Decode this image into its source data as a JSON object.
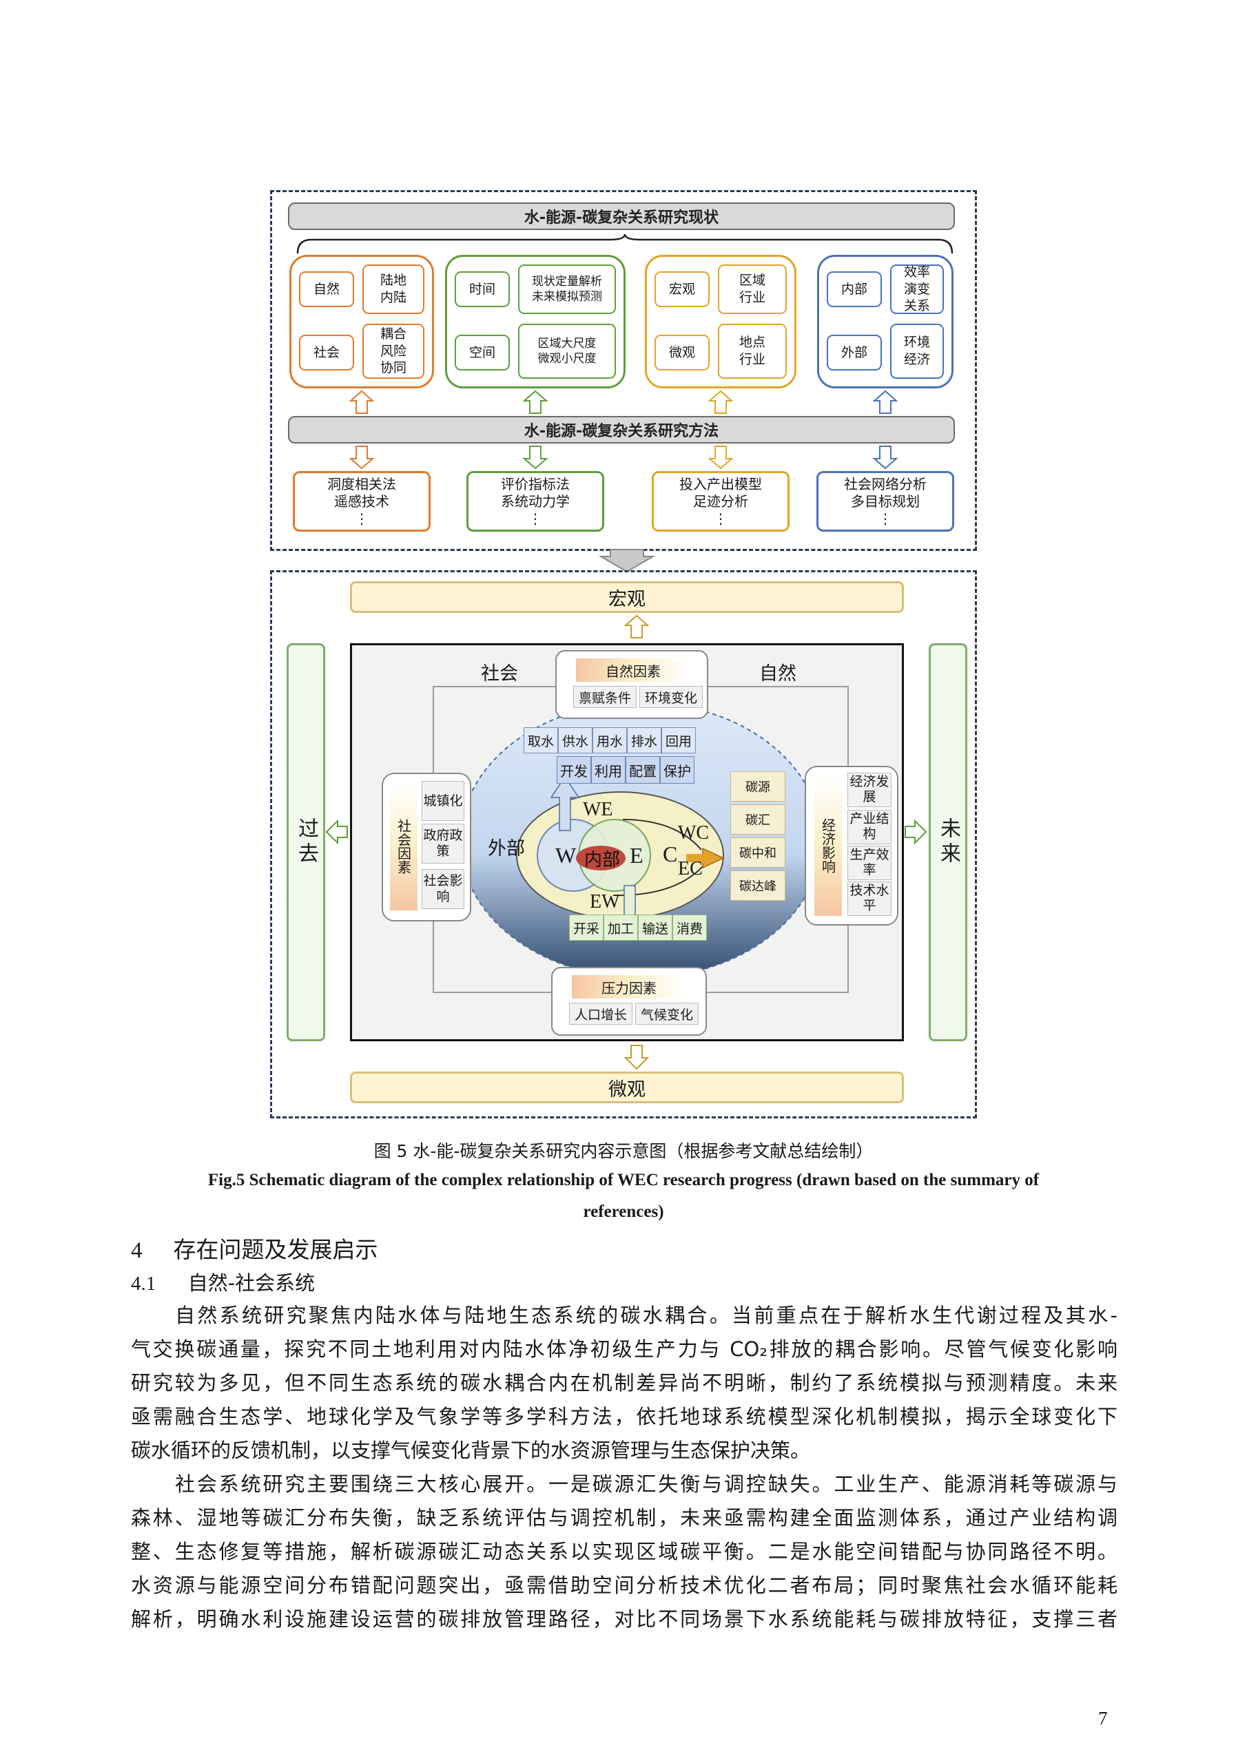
{
  "figure": {
    "top": {
      "status_title": "水-能源-碳复杂关系研究现状",
      "methods_title": "水-能源-碳复杂关系研究方法",
      "groups": [
        {
          "a": "自然",
          "b": "社会",
          "c": "陆地\n内陆",
          "d": "耦合\n风险\n协同",
          "method": "洞度相关法\n遥感技术\n⋮",
          "color": "#e07a2e"
        },
        {
          "a": "时间",
          "b": "空间",
          "c": "现状定量解析\n未来模拟预测",
          "d": "区域大尺度\n微观小尺度",
          "method": "评价指标法\n系统动力学\n⋮",
          "color": "#5f9e3a"
        },
        {
          "a": "宏观",
          "b": "微观",
          "c": "区域\n行业",
          "d": "地点\n行业",
          "method": "投入产出模型\n足迹分析\n⋮",
          "color": "#e2a524"
        },
        {
          "a": "内部",
          "b": "外部",
          "c": "效率\n演变\n关系",
          "d": "环境\n经济",
          "method": "社会网络分析\n多目标规划\n⋮",
          "color": "#4a72b8"
        }
      ]
    },
    "bottom": {
      "macro": "宏观",
      "micro": "微观",
      "past": "过去",
      "future": "未来",
      "society": "社会",
      "nature": "自然",
      "external": "外部",
      "natural_factors": {
        "title": "自然因素",
        "items": [
          "禀赋条件",
          "环境变化"
        ]
      },
      "pressure_factors": {
        "title": "压力因素",
        "items": [
          "人口增长",
          "气候变化"
        ]
      },
      "social_factors": {
        "title": "社会因素",
        "items": [
          "城镇化",
          "政府政策",
          "社会影响"
        ]
      },
      "economic_impact": {
        "title": "经济影响",
        "items": [
          "经济发展",
          "产业结构",
          "生产效率",
          "技术水平"
        ]
      },
      "water_row": [
        "取水",
        "供水",
        "用水",
        "排水",
        "回用"
      ],
      "dev_row": [
        "开发",
        "利用",
        "配置",
        "保护"
      ],
      "energy_row": [
        "开采",
        "加工",
        "输送",
        "消费"
      ],
      "carbon_col": [
        "碳源",
        "碳汇",
        "碳中和",
        "碳达峰"
      ],
      "w": "W",
      "e": "E",
      "c": "C",
      "inner": "内部",
      "we": "WE",
      "wc": "WC",
      "ec": "EC",
      "ew": "EW"
    }
  },
  "caption": {
    "cn": "图 5  水-能-碳复杂关系研究内容示意图（根据参考文献总结绘制）",
    "en_line1": "Fig.5 Schematic diagram of the complex relationship of WEC research progress (drawn based on the summary of",
    "en_line2": "references)"
  },
  "section": {
    "num": "4",
    "title": "存在问题及发展启示"
  },
  "subsection": {
    "num": "4.1",
    "title": "自然-社会系统"
  },
  "paragraphs": [
    [
      "自然系统研究聚焦内陆水体与陆地生态系统的碳水耦合。当前重点在于解析水生代谢过程及其水-",
      "气交换碳通量，探究不同土地利用对内陆水体净初级生产力与 CO₂排放的耦合影响。尽管气候变化影响",
      "研究较为多见，但不同生态系统的碳水耦合内在机制差异尚不明晰，制约了系统模拟与预测精度。未来",
      "亟需融合生态学、地球化学及气象学等多学科方法，依托地球系统模型深化机制模拟，揭示全球变化下",
      "碳水循环的反馈机制，以支撑气候变化背景下的水资源管理与生态保护决策。"
    ],
    [
      "社会系统研究主要围绕三大核心展开。一是碳源汇失衡与调控缺失。工业生产、能源消耗等碳源与",
      "森林、湿地等碳汇分布失衡，缺乏系统评估与调控机制，未来亟需构建全面监测体系，通过产业结构调",
      "整、生态修复等措施，解析碳源碳汇动态关系以实现区域碳平衡。二是水能空间错配与协同路径不明。",
      "水资源与能源空间分布错配问题突出，亟需借助空间分析技术优化二者布局；同时聚焦社会水循环能耗",
      "解析，明确水利设施建设运营的碳排放管理路径，对比不同场景下水系统能耗与碳排放特征，支撑三者"
    ]
  ],
  "page_number": "7"
}
